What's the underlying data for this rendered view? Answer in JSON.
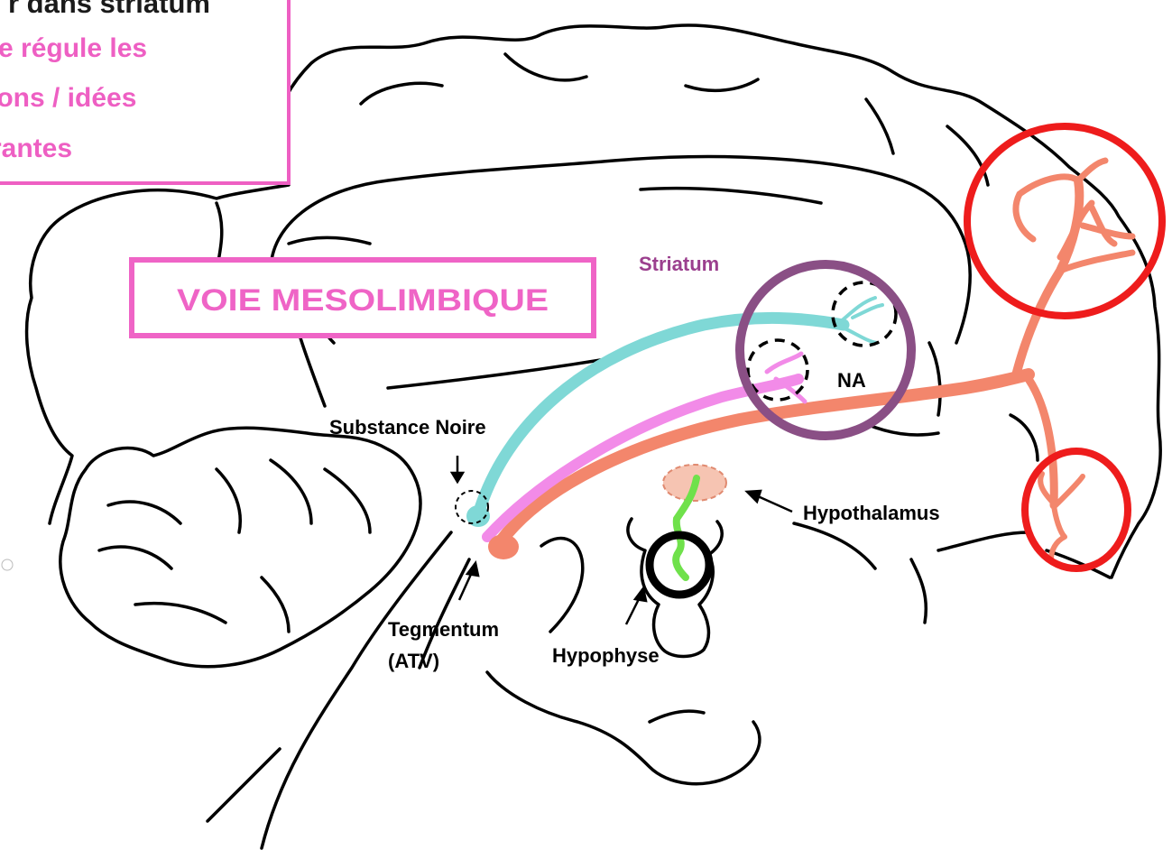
{
  "info_box": {
    "line1": "r dans striatum",
    "line2": "e régule les",
    "line3": "ions / idées",
    "line4": "rantes",
    "border_color": "#ee5fc3",
    "text_color": "#ee5fc3"
  },
  "title_box": {
    "text": "VOIE MESOLIMBIQUE",
    "border_color": "#ef64c6",
    "text_color": "#ef64c6"
  },
  "labels": {
    "striatum": "Striatum",
    "na": "NA",
    "substance_noire": "Substance Noire",
    "hypothalamus": "Hypothalamus",
    "tegmentum_line1": "Tegmentum",
    "tegmentum_line2": "(ATV)",
    "hypophyse": "Hypophyse"
  },
  "colors": {
    "nigrostriatal_pathway": "#7fd8d6",
    "mesolimbic_pathway": "#f28be8",
    "mesocortical_pathway": "#f3866c",
    "pituitary_pathway": "#6fe14b",
    "striatum_label": "#9b3f8e",
    "striatum_circle": "#8a4f85",
    "cortex_circles": "#ee1c1c",
    "hypophyse_circle": "#000000"
  }
}
